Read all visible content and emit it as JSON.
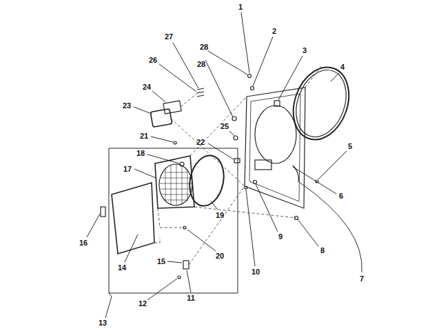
{
  "diagram": {
    "labels": [
      "1",
      "2",
      "3",
      "4",
      "5",
      "6",
      "7",
      "8",
      "9",
      "10",
      "11",
      "12",
      "13",
      "14",
      "15",
      "16",
      "17",
      "18",
      "19",
      "20",
      "21",
      "22",
      "23",
      "24",
      "25",
      "26",
      "27",
      "28",
      "28"
    ]
  }
}
